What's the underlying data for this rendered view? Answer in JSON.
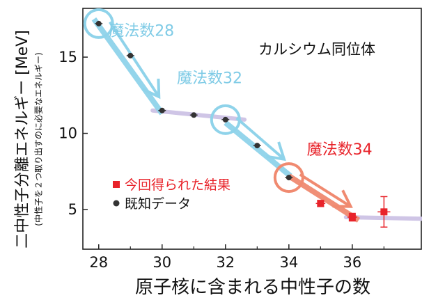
{
  "chart_data": {
    "type": "scatter",
    "title": "カルシウム同位体",
    "xlabel": "原子核に含まれる中性子の数",
    "ylabel": "二中性子分離エネルギー [MeV]",
    "ylabel_sub": "(中性子を２つ取り出すのに必要なエネルギー)",
    "xlim": [
      27.5,
      38.2
    ],
    "ylim": [
      2.4,
      18.2
    ],
    "xticks": [
      28,
      30,
      32,
      34,
      36
    ],
    "yticks": [
      5,
      10,
      15
    ],
    "legend": {
      "placement": "bottom-left"
    },
    "series": [
      {
        "name": "既知データ",
        "marker": "circle",
        "color": "#333333",
        "points": [
          {
            "x": 28,
            "y": 17.2,
            "xerr": 0.12
          },
          {
            "x": 29,
            "y": 15.1,
            "xerr": 0.12
          },
          {
            "x": 30,
            "y": 11.5,
            "xerr": 0.12
          },
          {
            "x": 31,
            "y": 11.2,
            "xerr": 0.12
          },
          {
            "x": 32,
            "y": 10.9,
            "xerr": 0.12
          },
          {
            "x": 33,
            "y": 9.2,
            "xerr": 0.12
          },
          {
            "x": 34,
            "y": 7.1,
            "xerr": 0.12
          }
        ]
      },
      {
        "name": "今回得られた結果",
        "marker": "square",
        "color": "#e8232a",
        "points": [
          {
            "x": 35,
            "y": 5.4,
            "xerr": 0.15,
            "yerr": 0.2
          },
          {
            "x": 36,
            "y": 4.5,
            "xerr": 0.15,
            "yerr": 0.25
          },
          {
            "x": 37,
            "y": 4.85,
            "xerr": 0.2,
            "yerr": 1.0
          }
        ]
      }
    ],
    "magic_numbers": [
      {
        "label": "魔法数28",
        "x": 28,
        "y": 17.2,
        "color": "#8fd3ea",
        "text_x": 29.35,
        "text_y": 16.4
      },
      {
        "label": "魔法数32",
        "x": 32,
        "y": 10.9,
        "color": "#8fd3ea",
        "text_x": 31.5,
        "text_y": 13.3
      },
      {
        "label": "魔法数34",
        "x": 34,
        "y": 7.1,
        "color": "#f08a70",
        "text_x": 35.6,
        "text_y": 8.6
      }
    ],
    "trend_bands": [
      {
        "points": [
          [
            29.7,
            11.5
          ],
          [
            32.6,
            10.9
          ]
        ]
      },
      {
        "points": [
          [
            35.8,
            4.5
          ],
          [
            38.2,
            4.4
          ]
        ]
      }
    ],
    "colors": {
      "light_blue": "#8fd3ea",
      "salmon": "#f08a70",
      "purple_band": "#cfc5e6",
      "red": "#e8232a",
      "dark": "#333333"
    }
  }
}
